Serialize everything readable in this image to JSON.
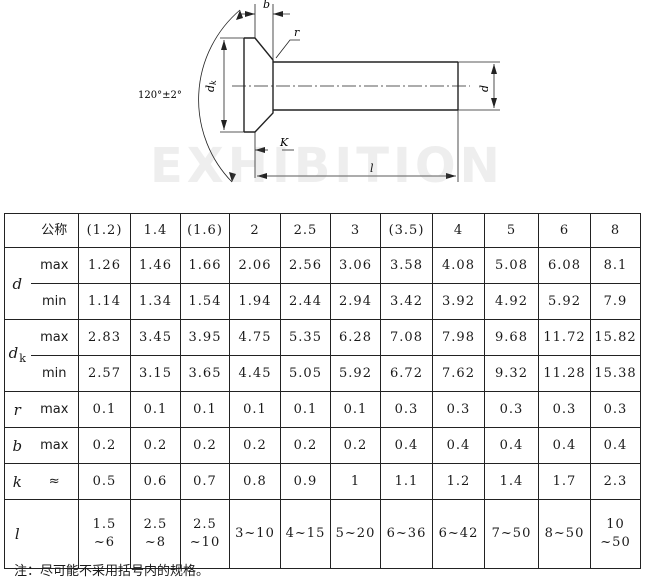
{
  "drawing": {
    "labels": {
      "b": "b",
      "r": "r",
      "angle": "120°±2°",
      "dk": "d",
      "dk_sub": "k",
      "d": "d",
      "K": "K",
      "l": "l"
    }
  },
  "watermark": "EXHIBITION",
  "table": {
    "header": {
      "label": "公称",
      "values": [
        "(1.2)",
        "1.4",
        "(1.6)",
        "2",
        "2.5",
        "3",
        "(3.5)",
        "4",
        "5",
        "6",
        "8"
      ]
    },
    "d": {
      "symbol": "d",
      "max_label": "max",
      "max": [
        "1.26",
        "1.46",
        "1.66",
        "2.06",
        "2.56",
        "3.06",
        "3.58",
        "4.08",
        "5.08",
        "6.08",
        "8.1"
      ],
      "min_label": "min",
      "min": [
        "1.14",
        "1.34",
        "1.54",
        "1.94",
        "2.44",
        "2.94",
        "3.42",
        "3.92",
        "4.92",
        "5.92",
        "7.9"
      ]
    },
    "dk": {
      "symbol": "d",
      "symbol_sub": "k",
      "max_label": "max",
      "max": [
        "2.83",
        "3.45",
        "3.95",
        "4.75",
        "5.35",
        "6.28",
        "7.08",
        "7.98",
        "9.68",
        "11.72",
        "15.82"
      ],
      "min_label": "min",
      "min": [
        "2.57",
        "3.15",
        "3.65",
        "4.45",
        "5.05",
        "5.92",
        "6.72",
        "7.62",
        "9.32",
        "11.28",
        "15.38"
      ]
    },
    "r": {
      "symbol": "r",
      "label": "max",
      "values": [
        "0.1",
        "0.1",
        "0.1",
        "0.1",
        "0.1",
        "0.1",
        "0.3",
        "0.3",
        "0.3",
        "0.3",
        "0.3"
      ]
    },
    "b": {
      "symbol": "b",
      "label": "max",
      "values": [
        "0.2",
        "0.2",
        "0.2",
        "0.2",
        "0.2",
        "0.2",
        "0.4",
        "0.4",
        "0.4",
        "0.4",
        "0.4"
      ]
    },
    "k": {
      "symbol": "k",
      "label": "≈",
      "values": [
        "0.5",
        "0.6",
        "0.7",
        "0.8",
        "0.9",
        "1",
        "1.1",
        "1.2",
        "1.4",
        "1.7",
        "2.3"
      ]
    },
    "l": {
      "symbol": "l",
      "values": [
        [
          "1.5",
          "~6"
        ],
        [
          "2.5",
          "~8"
        ],
        [
          "2.5",
          "~10"
        ],
        [
          "3~10"
        ],
        [
          "4~15"
        ],
        [
          "5~20"
        ],
        [
          "6~36"
        ],
        [
          "6~42"
        ],
        [
          "7~50"
        ],
        [
          "8~50"
        ],
        [
          "10",
          "~50"
        ]
      ]
    }
  },
  "note": "注：尽可能不采用括号内的规格。"
}
